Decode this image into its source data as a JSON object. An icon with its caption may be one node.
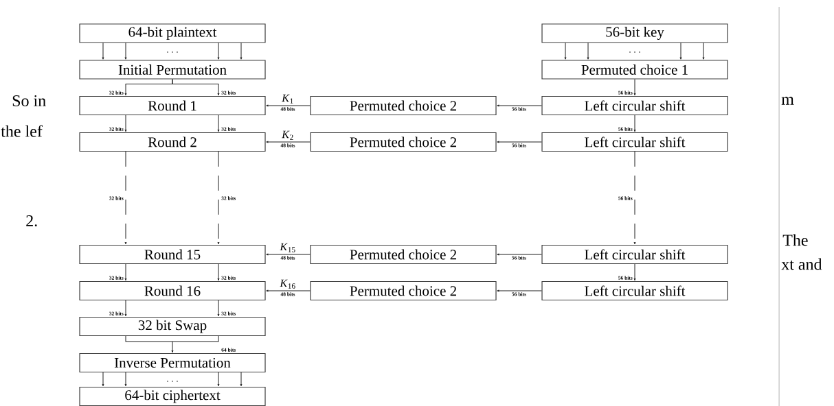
{
  "diagram": {
    "nodes": [
      {
        "text": [
          "64-bit plaintext"
        ]
      },
      {
        "text": [
          "Initial Permutation"
        ]
      },
      {
        "text": [
          "Round 1"
        ]
      },
      {
        "text": [
          "Round 2"
        ]
      },
      {
        "text": [
          "Round 15"
        ]
      },
      {
        "text": [
          "Round 16"
        ]
      },
      {
        "text": [
          "32 bit Swap"
        ]
      },
      {
        "text": [
          "Inverse Permutation"
        ]
      },
      {
        "text": [
          "64-bit ciphertext"
        ]
      },
      {
        "text": [
          "56-bit key"
        ]
      },
      {
        "text": [
          "Permuted choice 1"
        ]
      },
      {
        "text": [
          "Left circular shift"
        ]
      },
      {
        "text": [
          "Left circular shift"
        ]
      },
      {
        "text": [
          "Left circular shift"
        ]
      },
      {
        "text": [
          "Left circular shift"
        ]
      },
      {
        "text": [
          "Permuted choice 2"
        ]
      },
      {
        "text": [
          "Permuted choice 2"
        ]
      },
      {
        "text": [
          "Permuted choice 2"
        ]
      },
      {
        "text": [
          "Permuted choice 2"
        ]
      }
    ],
    "edges": [
      {
        "from": 0,
        "to": 1,
        "arrow": "to"
      },
      {
        "from": 0,
        "to": 1,
        "arrow": "to"
      },
      {
        "from": 0,
        "to": 1,
        "arrow": "to"
      },
      {
        "from": 0,
        "to": 1,
        "arrow": "to"
      },
      {
        "from": 1,
        "to": 2,
        "arrow": "to",
        "label": "32 bits"
      },
      {
        "from": 1,
        "to": 2,
        "arrow": "to",
        "label": "32 bits"
      },
      {
        "from": 2,
        "to": 3,
        "arrow": "to",
        "label": "32 bits"
      },
      {
        "from": 2,
        "to": 3,
        "arrow": "to",
        "label": "32 bits"
      },
      {
        "from": 3,
        "to": 4,
        "arrow": "to",
        "label": "32 bits",
        "style": "dashed"
      },
      {
        "from": 3,
        "to": 4,
        "arrow": "to",
        "label": "32 bits",
        "style": "dashed"
      },
      {
        "from": 4,
        "to": 5,
        "arrow": "to",
        "label": "32 bits"
      },
      {
        "from": 4,
        "to": 5,
        "arrow": "to",
        "label": "32 bits"
      },
      {
        "from": 5,
        "to": 6,
        "arrow": "to",
        "label": "32 bits"
      },
      {
        "from": 5,
        "to": 6,
        "arrow": "to",
        "label": "32 bits"
      },
      {
        "from": 6,
        "to": 7,
        "arrow": "to",
        "label": "64 bits"
      },
      {
        "from": 7,
        "to": 8,
        "arrow": "to"
      },
      {
        "from": 7,
        "to": 8,
        "arrow": "to"
      },
      {
        "from": 7,
        "to": 8,
        "arrow": "to"
      },
      {
        "from": 7,
        "to": 8,
        "arrow": "to"
      },
      {
        "from": 9,
        "to": 10,
        "arrow": "to"
      },
      {
        "from": 9,
        "to": 10,
        "arrow": "to"
      },
      {
        "from": 9,
        "to": 10,
        "arrow": "to"
      },
      {
        "from": 9,
        "to": 10,
        "arrow": "to"
      },
      {
        "from": 10,
        "to": 11,
        "arrow": "to",
        "label": "56 bits"
      },
      {
        "from": 11,
        "to": 12,
        "arrow": "to",
        "label": "56 bits"
      },
      {
        "from": 12,
        "to": 13,
        "arrow": "to",
        "label": "56 bits",
        "style": "dashed"
      },
      {
        "from": 13,
        "to": 14,
        "arrow": "to",
        "label": "56 bits"
      },
      {
        "from": 11,
        "to": 15,
        "arrow": "to",
        "label": "56 bits"
      },
      {
        "from": 15,
        "to": 2,
        "arrow": "to",
        "label": "48 bits"
      },
      {
        "from": 12,
        "to": 16,
        "arrow": "to",
        "label": "56 bits"
      },
      {
        "from": 16,
        "to": 3,
        "arrow": "to",
        "label": "48 bits"
      },
      {
        "from": 13,
        "to": 17,
        "arrow": "to",
        "label": "56 bits"
      },
      {
        "from": 17,
        "to": 4,
        "arrow": "to",
        "label": "48 bits"
      },
      {
        "from": 14,
        "to": 18,
        "arrow": "to",
        "label": "56 bits"
      },
      {
        "from": 18,
        "to": 5,
        "arrow": "to",
        "label": "48 bits"
      }
    ],
    "labels": [
      ". . .",
      ". . .",
      "*K*$_{1}$",
      "*K*$_{2}$",
      "*K*$_{15}$",
      "*K*$_{16}$",
      ". . .",
      "So in",
      "the lef",
      "m",
      "2.",
      "The",
      "xt and"
    ]
  }
}
